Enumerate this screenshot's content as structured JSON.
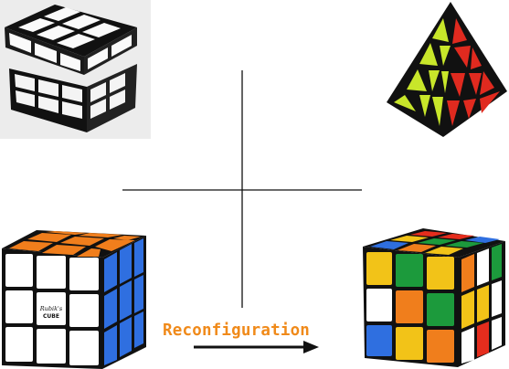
{
  "caption": {
    "label": "Reconfiguration"
  },
  "colors": {
    "caption_text": "#f08a1a",
    "arrow": "#111111",
    "axis_lines": "#111111"
  },
  "panels": [
    {
      "name": "white-cube-image",
      "icon": "white-3x3-cube"
    },
    {
      "name": "pyraminx-image",
      "icon": "pyraminx-puzzle"
    },
    {
      "name": "rubiks-cube-image",
      "icon": "solved-rubiks-cube",
      "logo_text": "Rubik's CUBE"
    },
    {
      "name": "scrambled-cube-image",
      "icon": "scrambled-rubiks-cube"
    }
  ]
}
